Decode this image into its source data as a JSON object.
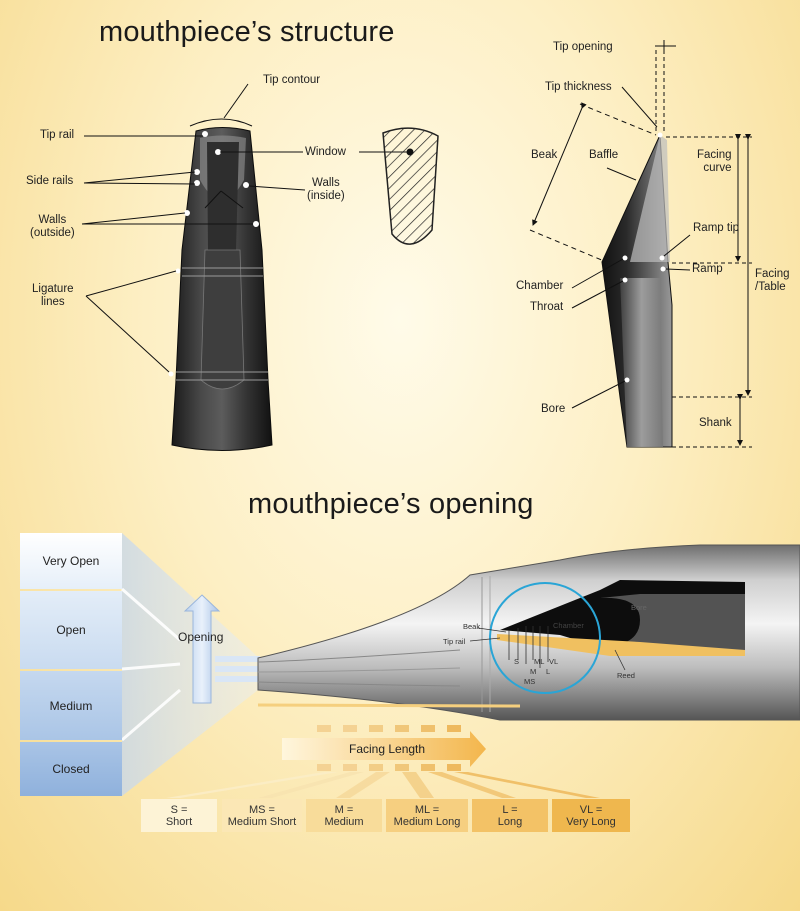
{
  "structure": {
    "title": "mouthpiece’s structure",
    "labels": {
      "tip_contour": "Tip contour",
      "tip_rail": "Tip rail",
      "side_rails": "Side rails",
      "window": "Window",
      "walls_inside": "Walls\n(inside)",
      "walls_outside": "Walls\n(outside)",
      "ligature_lines": "Ligature\nlines"
    }
  },
  "profile": {
    "labels": {
      "tip_opening": "Tip opening",
      "tip_thickness": "Tip thickness",
      "beak": "Beak",
      "baffle": "Baffle",
      "facing_curve": "Facing\ncurve",
      "ramp_tip": "Ramp tip",
      "ramp": "Ramp",
      "facing_table": "Facing\n/Table",
      "chamber": "Chamber",
      "throat": "Throat",
      "bore": "Bore",
      "shank": "Shank"
    }
  },
  "opening": {
    "title": "mouthpiece’s opening",
    "levels": [
      "Very Open",
      "Open",
      "Medium",
      "Closed"
    ],
    "opening_label": "Opening",
    "facing_length_label": "Facing Length",
    "inner_labels": {
      "beak": "Beak",
      "tip_rail": "Tip rail",
      "chamber": "Chamber",
      "bore": "Bore",
      "reed": "Reed",
      "s": "S",
      "ml": "ML",
      "vl": "VL",
      "m": "M",
      "l": "L",
      "ms": "MS"
    },
    "sizes": [
      {
        "code": "S =",
        "name": "Short",
        "color": "#fdf3d6"
      },
      {
        "code": "MS =",
        "name": "Medium Short",
        "color": "#fbe7b5"
      },
      {
        "code": "M =",
        "name": "Medium",
        "color": "#f8dc9a"
      },
      {
        "code": "ML =",
        "name": "Medium Long",
        "color": "#f6cf80"
      },
      {
        "code": "L =",
        "name": "Long",
        "color": "#f3c266"
      },
      {
        "code": "VL =",
        "name": "Very Long",
        "color": "#efb74e"
      }
    ]
  }
}
